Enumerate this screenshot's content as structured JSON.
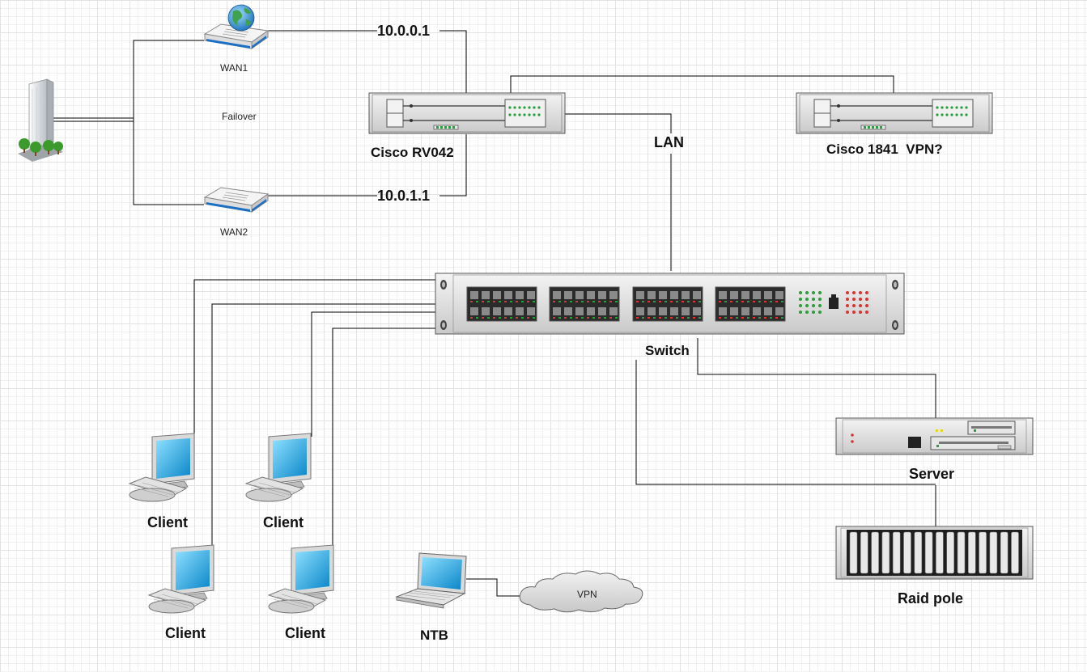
{
  "labels": {
    "wan1": "WAN1",
    "wan2": "WAN2",
    "failover": "Failover",
    "ip1": "10.0.0.1",
    "ip2": "10.0.1.1",
    "router1": "Cisco RV042",
    "router2": "Cisco 1841  VPN?",
    "lan": "LAN",
    "switch": "Switch",
    "server": "Server",
    "raid": "Raid pole",
    "client1": "Client",
    "client2": "Client",
    "client3": "Client",
    "client4": "Client",
    "ntb": "NTB",
    "vpn": "VPN"
  },
  "icons": {
    "building": "building-icon",
    "modem": "modem-icon",
    "globe": "globe-icon",
    "router": "router-icon",
    "switch": "switch-icon",
    "server": "server-icon",
    "raid": "raid-icon",
    "desktop": "desktop-computer-icon",
    "laptop": "laptop-icon",
    "cloud": "cloud-icon"
  }
}
